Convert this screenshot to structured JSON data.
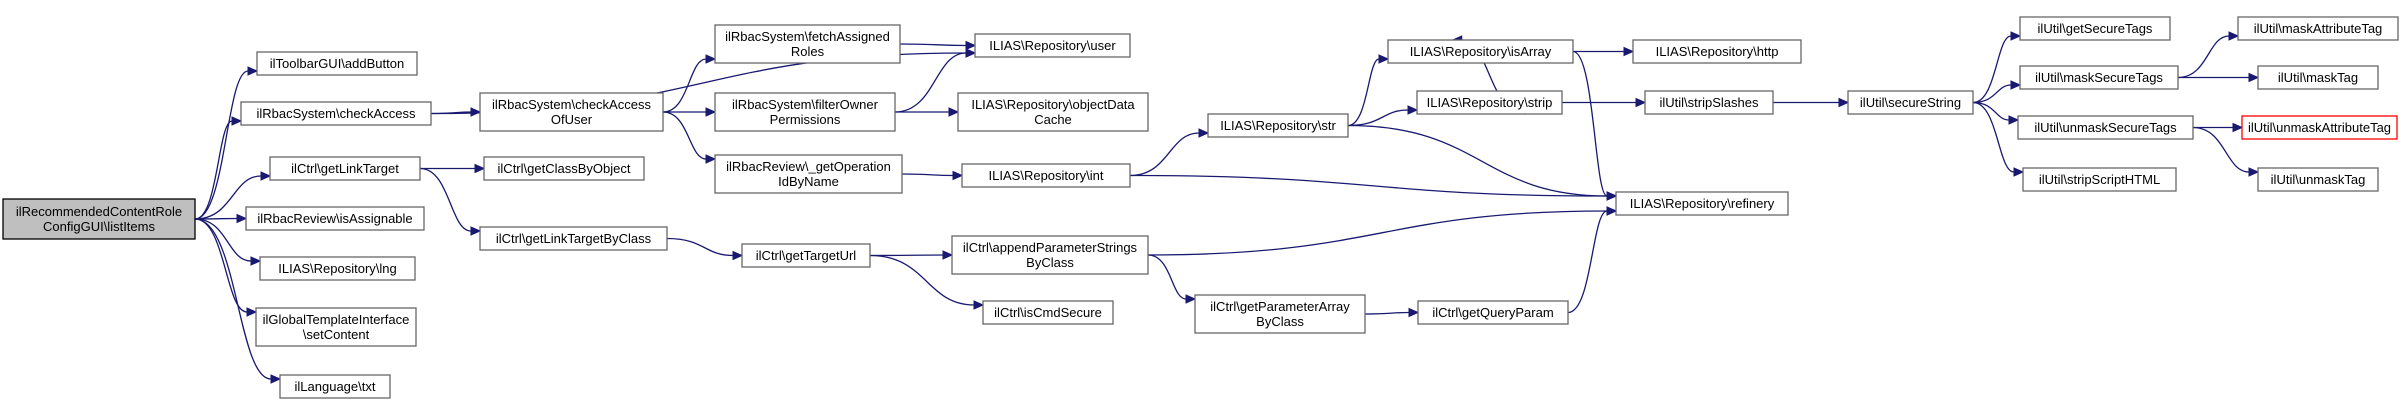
{
  "graph": {
    "edge_color": "#191970",
    "root_fill": "#bfbfbf",
    "truncated_node_border": "#ff0000",
    "nodes": [
      {
        "id": "root",
        "lines": [
          "ilRecommendedContentRole",
          "ConfigGUI\\listItems"
        ],
        "style": "root"
      },
      {
        "id": "toolbar_addbutton",
        "lines": [
          "ilToolbarGUI\\addButton"
        ]
      },
      {
        "id": "rbac_checkaccess",
        "lines": [
          "ilRbacSystem\\checkAccess"
        ]
      },
      {
        "id": "ctrl_getlinktarget",
        "lines": [
          "ilCtrl\\getLinkTarget"
        ]
      },
      {
        "id": "rbacreview_isassignable",
        "lines": [
          "ilRbacReview\\isAssignable"
        ]
      },
      {
        "id": "repo_lng",
        "lines": [
          "ILIAS\\Repository\\lng"
        ]
      },
      {
        "id": "template_setcontent",
        "lines": [
          "ilGlobalTemplateInterface",
          "\\setContent"
        ]
      },
      {
        "id": "language_txt",
        "lines": [
          "ilLanguage\\txt"
        ]
      },
      {
        "id": "rbac_checkaccessofuser",
        "lines": [
          "ilRbacSystem\\checkAccess",
          "OfUser"
        ]
      },
      {
        "id": "ctrl_getclassbyobject",
        "lines": [
          "ilCtrl\\getClassByObject"
        ]
      },
      {
        "id": "ctrl_getlinktargetbyclass",
        "lines": [
          "ilCtrl\\getLinkTargetByClass"
        ]
      },
      {
        "id": "rbac_fetchassignedroles",
        "lines": [
          "ilRbacSystem\\fetchAssigned",
          "Roles"
        ]
      },
      {
        "id": "rbac_filterownerpermissions",
        "lines": [
          "ilRbacSystem\\filterOwner",
          "Permissions"
        ]
      },
      {
        "id": "rbacreview_getoperationidbyname",
        "lines": [
          "ilRbacReview\\_getOperation",
          "IdByName"
        ]
      },
      {
        "id": "ctrl_gettargeturl",
        "lines": [
          "ilCtrl\\getTargetUrl"
        ]
      },
      {
        "id": "repo_user",
        "lines": [
          "ILIAS\\Repository\\user"
        ]
      },
      {
        "id": "repo_objectdatacache",
        "lines": [
          "ILIAS\\Repository\\objectData",
          "Cache"
        ]
      },
      {
        "id": "repo_int",
        "lines": [
          "ILIAS\\Repository\\int"
        ]
      },
      {
        "id": "ctrl_appendparameterstringsbyclass",
        "lines": [
          "ilCtrl\\appendParameterStrings",
          "ByClass"
        ]
      },
      {
        "id": "ctrl_iscmdsecure",
        "lines": [
          "ilCtrl\\isCmdSecure"
        ]
      },
      {
        "id": "repo_str",
        "lines": [
          "ILIAS\\Repository\\str"
        ]
      },
      {
        "id": "ctrl_getparameterarraybyclass",
        "lines": [
          "ilCtrl\\getParameterArray",
          "ByClass"
        ]
      },
      {
        "id": "repo_isarray",
        "lines": [
          "ILIAS\\Repository\\isArray"
        ]
      },
      {
        "id": "repo_strip",
        "lines": [
          "ILIAS\\Repository\\strip"
        ]
      },
      {
        "id": "ctrl_getqueryparam",
        "lines": [
          "ilCtrl\\getQueryParam"
        ]
      },
      {
        "id": "repo_http",
        "lines": [
          "ILIAS\\Repository\\http"
        ]
      },
      {
        "id": "util_stripslashes",
        "lines": [
          "ilUtil\\stripSlashes"
        ]
      },
      {
        "id": "repo_refinery",
        "lines": [
          "ILIAS\\Repository\\refinery"
        ]
      },
      {
        "id": "util_securestring",
        "lines": [
          "ilUtil\\secureString"
        ]
      },
      {
        "id": "util_getsecuretags",
        "lines": [
          "ilUtil\\getSecureTags"
        ]
      },
      {
        "id": "util_masksecuretags",
        "lines": [
          "ilUtil\\maskSecureTags"
        ]
      },
      {
        "id": "util_unmasksecuretags",
        "lines": [
          "ilUtil\\unmaskSecureTags"
        ]
      },
      {
        "id": "util_stripscripthtml",
        "lines": [
          "ilUtil\\stripScriptHTML"
        ]
      },
      {
        "id": "util_maskattributetag",
        "lines": [
          "ilUtil\\maskAttributeTag"
        ]
      },
      {
        "id": "util_masktag",
        "lines": [
          "ilUtil\\maskTag"
        ]
      },
      {
        "id": "util_unmaskattributetag",
        "lines": [
          "ilUtil\\unmaskAttributeTag"
        ],
        "style": "red"
      },
      {
        "id": "util_unmasktag",
        "lines": [
          "ilUtil\\unmaskTag"
        ]
      }
    ],
    "edges": [
      [
        "root",
        "toolbar_addbutton"
      ],
      [
        "root",
        "rbac_checkaccess"
      ],
      [
        "root",
        "ctrl_getlinktarget"
      ],
      [
        "root",
        "rbacreview_isassignable"
      ],
      [
        "root",
        "repo_lng"
      ],
      [
        "root",
        "template_setcontent"
      ],
      [
        "root",
        "language_txt"
      ],
      [
        "rbac_checkaccess",
        "rbac_checkaccessofuser"
      ],
      [
        "rbac_checkaccess",
        "repo_user"
      ],
      [
        "ctrl_getlinktarget",
        "ctrl_getclassbyobject"
      ],
      [
        "ctrl_getlinktarget",
        "ctrl_getlinktargetbyclass"
      ],
      [
        "rbac_checkaccessofuser",
        "rbac_fetchassignedroles"
      ],
      [
        "rbac_checkaccessofuser",
        "rbac_filterownerpermissions"
      ],
      [
        "rbac_checkaccessofuser",
        "rbacreview_getoperationidbyname"
      ],
      [
        "rbac_fetchassignedroles",
        "repo_user"
      ],
      [
        "rbac_filterownerpermissions",
        "repo_user"
      ],
      [
        "rbac_filterownerpermissions",
        "repo_objectdatacache"
      ],
      [
        "rbacreview_getoperationidbyname",
        "repo_int"
      ],
      [
        "ctrl_getlinktargetbyclass",
        "ctrl_gettargeturl"
      ],
      [
        "ctrl_gettargeturl",
        "ctrl_appendparameterstringsbyclass"
      ],
      [
        "ctrl_gettargeturl",
        "ctrl_iscmdsecure"
      ],
      [
        "repo_int",
        "repo_str"
      ],
      [
        "repo_int",
        "repo_refinery"
      ],
      [
        "ctrl_appendparameterstringsbyclass",
        "ctrl_getparameterarraybyclass"
      ],
      [
        "ctrl_appendparameterstringsbyclass",
        "repo_refinery"
      ],
      [
        "ctrl_getparameterarraybyclass",
        "ctrl_getqueryparam"
      ],
      [
        "repo_str",
        "repo_isarray"
      ],
      [
        "repo_str",
        "repo_strip"
      ],
      [
        "repo_str",
        "repo_refinery"
      ],
      [
        "repo_isarray",
        "repo_http"
      ],
      [
        "repo_isarray",
        "repo_refinery"
      ],
      [
        "repo_strip",
        "repo_isarray"
      ],
      [
        "repo_strip",
        "util_stripslashes"
      ],
      [
        "ctrl_getqueryparam",
        "repo_refinery"
      ],
      [
        "util_stripslashes",
        "util_securestring"
      ],
      [
        "util_securestring",
        "util_getsecuretags"
      ],
      [
        "util_securestring",
        "util_masksecuretags"
      ],
      [
        "util_securestring",
        "util_unmasksecuretags"
      ],
      [
        "util_securestring",
        "util_stripscripthtml"
      ],
      [
        "util_masksecuretags",
        "util_maskattributetag"
      ],
      [
        "util_masksecuretags",
        "util_masktag"
      ],
      [
        "util_unmasksecuretags",
        "util_unmaskattributetag"
      ],
      [
        "util_unmasksecuretags",
        "util_unmasktag"
      ]
    ]
  }
}
